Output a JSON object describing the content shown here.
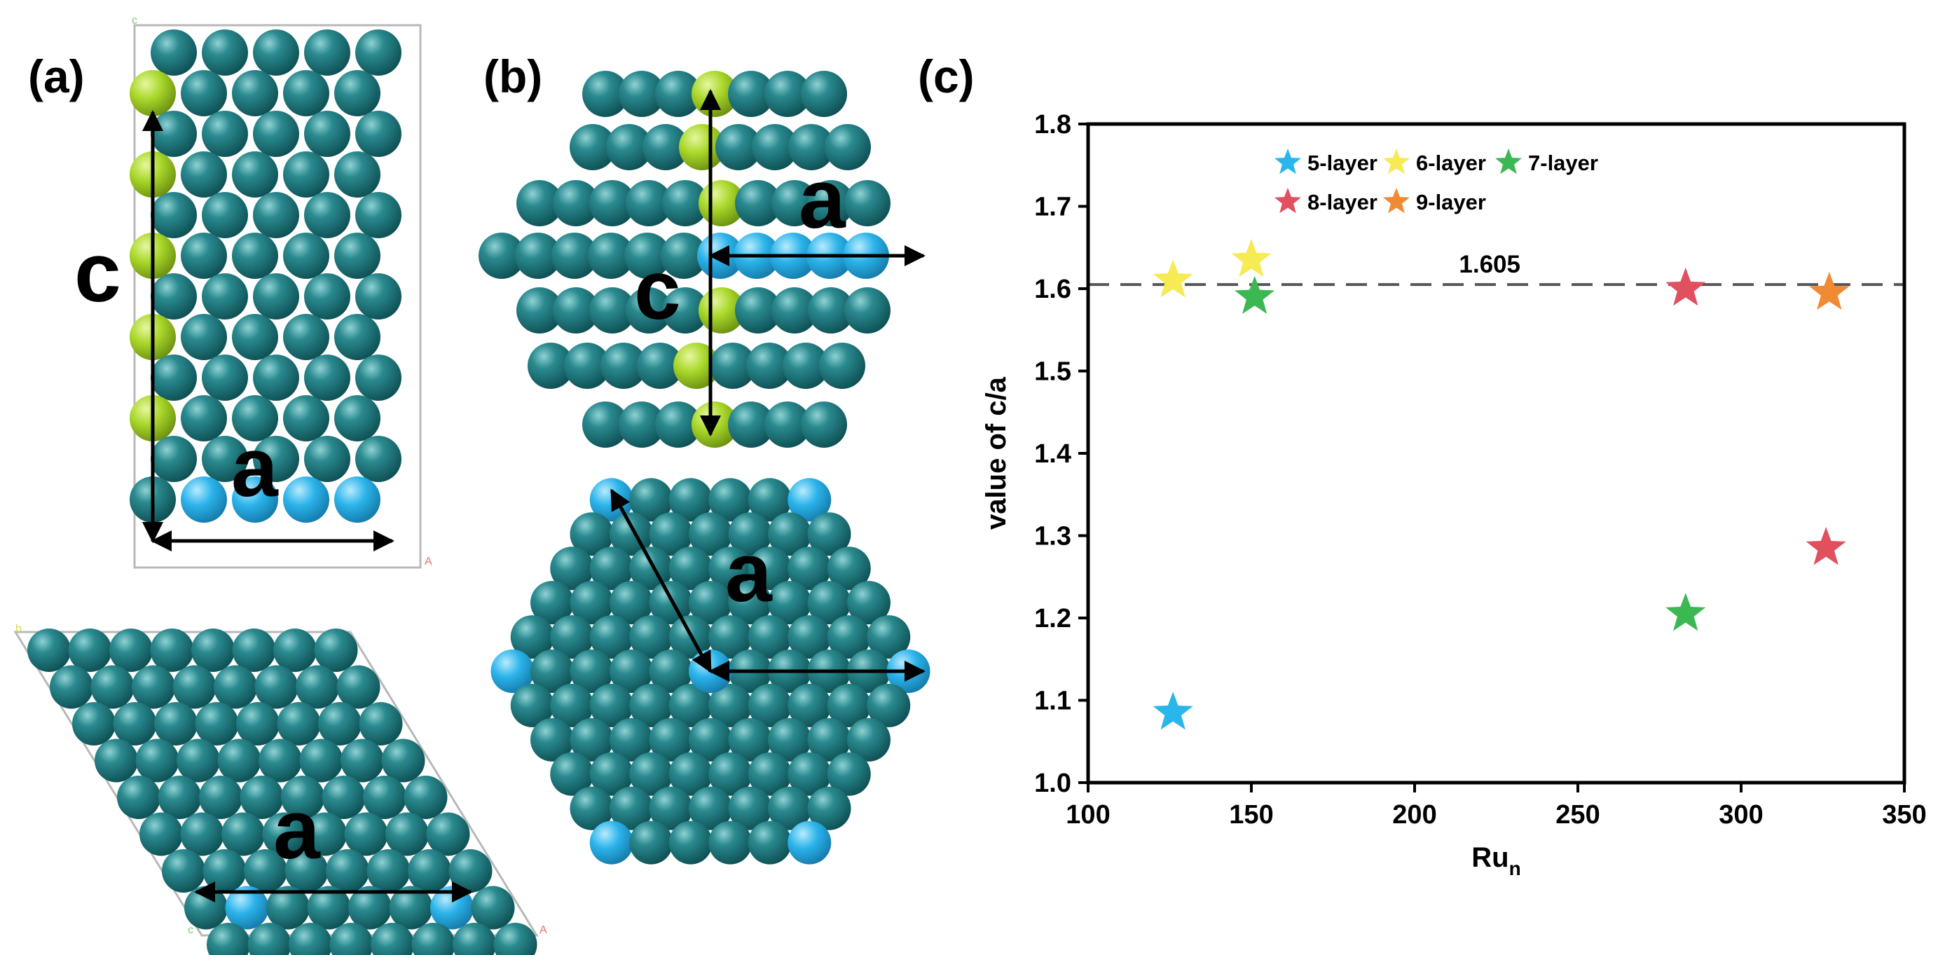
{
  "colors": {
    "ru_atom": "#2a8a8f",
    "ru_atom_dark": "#0d4e52",
    "ru_atom_light": "#8fd2d4",
    "highlight_atom": "#a9d72a",
    "highlight_atom_light": "#e6f7a1",
    "edge_atom": "#2bb3ea",
    "edge_atom_light": "#b8ebff",
    "cell_border": "#b8b8b8",
    "axis_c_color": "#7bcf70",
    "axis_a_color": "#e77272",
    "axis_b_color": "#d9d84a"
  },
  "panel_a": {
    "label": "(a)",
    "c_label": "c",
    "a_label": "a",
    "a_label_bottom": "a",
    "cell_axis_c": "c",
    "cell_axis_a": "A",
    "cell_axis_b": "b",
    "cell_axis_c_bottom": "c",
    "cell_axis_a_bottom": "A"
  },
  "panel_b": {
    "label": "(b)",
    "c_label": "c",
    "a_label_top": "a",
    "a_label_bottom": "a"
  },
  "panel_c": {
    "label": "(c)",
    "annotation": "1.605"
  },
  "chart_data": {
    "type": "scatter",
    "xlabel": "Ru",
    "xlabel_subscript": "n",
    "ylabel": "value of c/a",
    "xlim": [
      100,
      350
    ],
    "ylim": [
      1.0,
      1.8
    ],
    "xticks": [
      "100",
      "150",
      "200",
      "250",
      "300",
      "350"
    ],
    "yticks": [
      "1.0",
      "1.1",
      "1.2",
      "1.3",
      "1.4",
      "1.5",
      "1.6",
      "1.7",
      "1.8"
    ],
    "reference_line": {
      "y": 1.605,
      "style": "dashed",
      "label": "1.605"
    },
    "legend_position": "top",
    "marker": "star",
    "series": [
      {
        "name": "5-layer",
        "color": "#29b6ea",
        "points": [
          {
            "x": 126,
            "y": 1.085
          }
        ]
      },
      {
        "name": "6-layer",
        "color": "#f6ea55",
        "points": [
          {
            "x": 126,
            "y": 1.61
          },
          {
            "x": 150,
            "y": 1.635
          }
        ]
      },
      {
        "name": "7-layer",
        "color": "#3cb853",
        "points": [
          {
            "x": 151,
            "y": 1.59
          },
          {
            "x": 283,
            "y": 1.205
          }
        ]
      },
      {
        "name": "8-layer",
        "color": "#e0505f",
        "points": [
          {
            "x": 283,
            "y": 1.6
          },
          {
            "x": 326,
            "y": 1.285
          }
        ]
      },
      {
        "name": "9-layer",
        "color": "#f08a33",
        "points": [
          {
            "x": 327,
            "y": 1.595
          }
        ]
      }
    ]
  }
}
